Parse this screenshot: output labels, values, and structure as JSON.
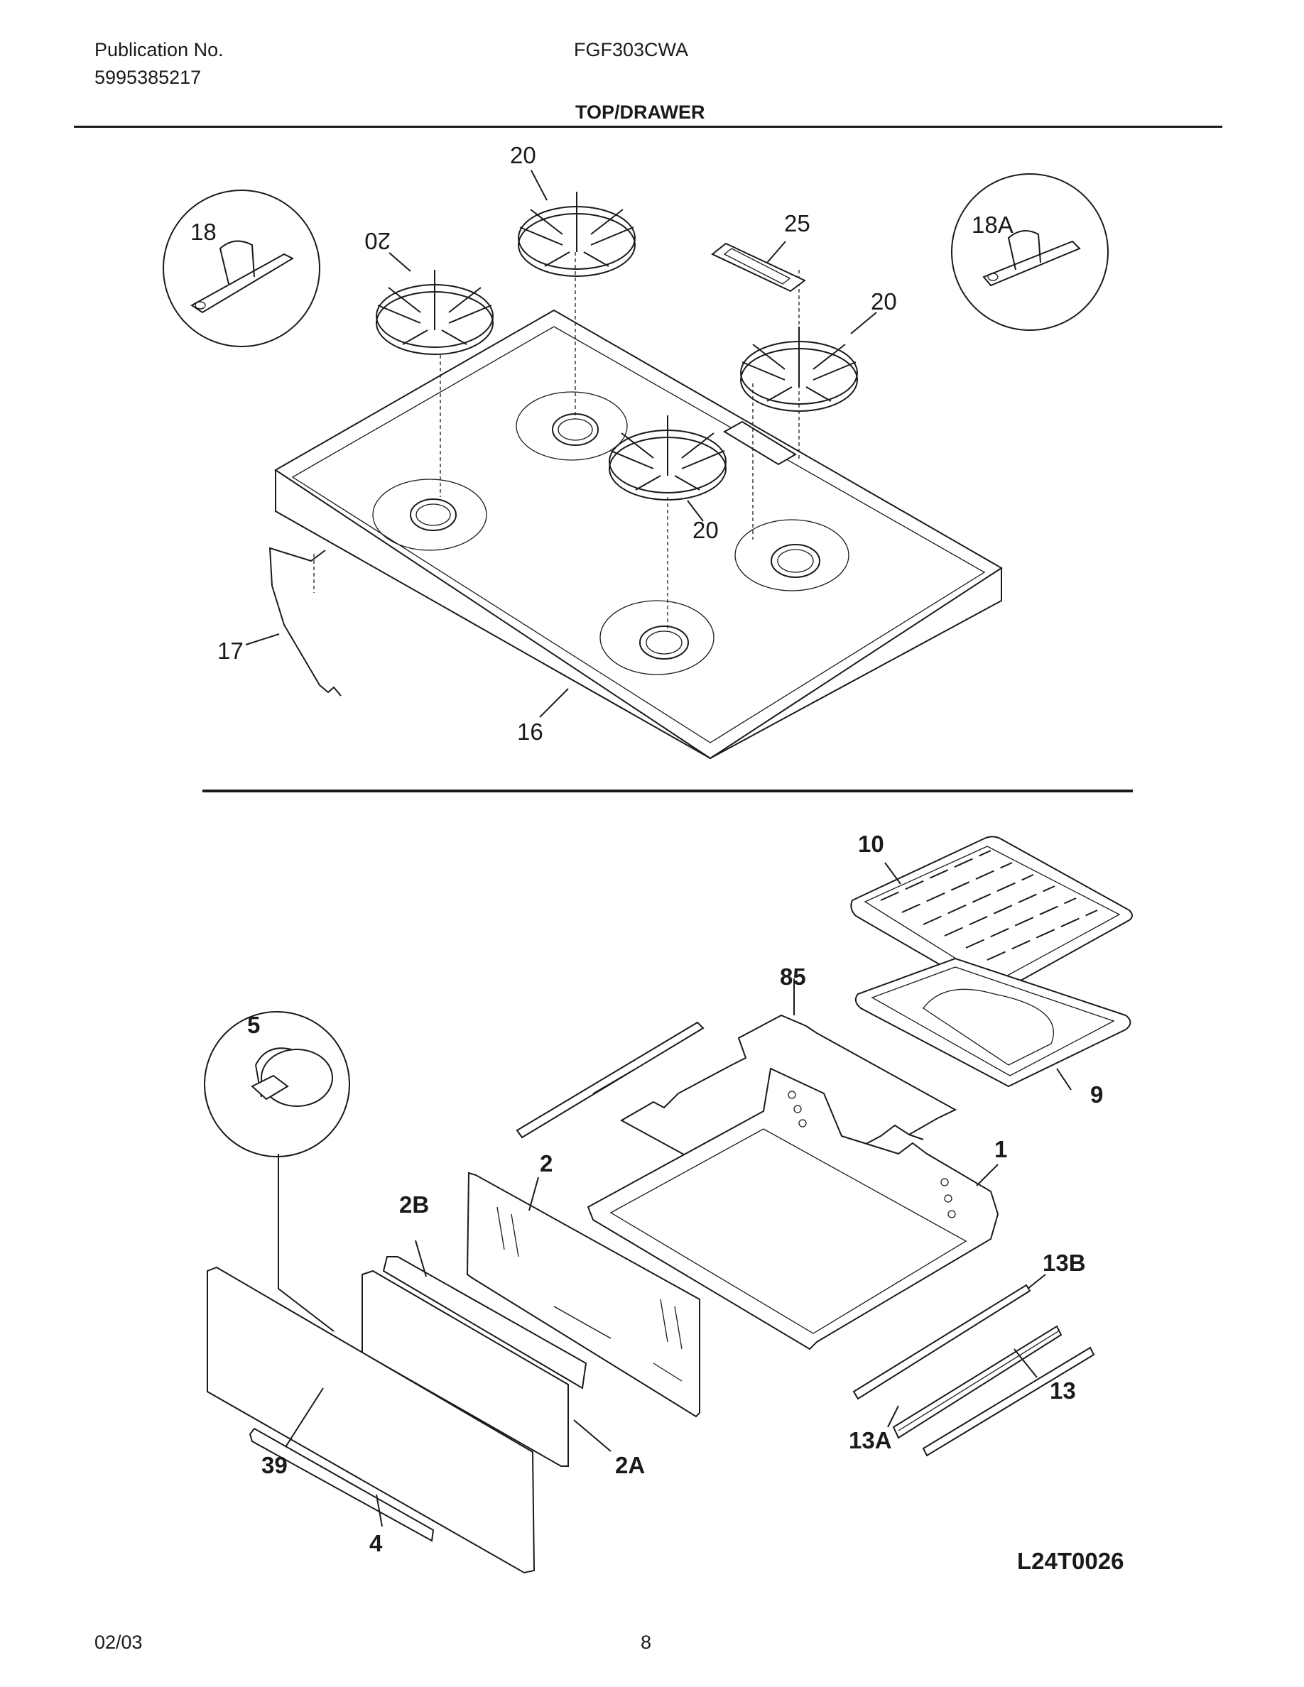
{
  "header": {
    "publication_label": "Publication No.",
    "publication_number": "5995385217",
    "model": "FGF303CWA",
    "section_title": "TOP/DRAWER"
  },
  "top_callouts": {
    "grate_top": "20",
    "grate_left": "20",
    "grate_right": "20",
    "grate_center": "20",
    "hinge_left": "18",
    "hinge_right": "18A",
    "plate": "25",
    "cooktop": "16",
    "rod": "17"
  },
  "bottom_callouts": {
    "broiler_grid": "10",
    "broiler_pan": "9",
    "pan_rack": "85",
    "knob": "5",
    "drawer_body": "1",
    "drawer_back": "2",
    "panel_2b": "2B",
    "panel_2a": "2A",
    "slide_13b": "13B",
    "slide_13": "13",
    "slide_13a": "13A",
    "handle": "39",
    "drawer_front": "4"
  },
  "diagram_code": "L24T0026",
  "footer": {
    "date": "02/03",
    "page": "8"
  }
}
